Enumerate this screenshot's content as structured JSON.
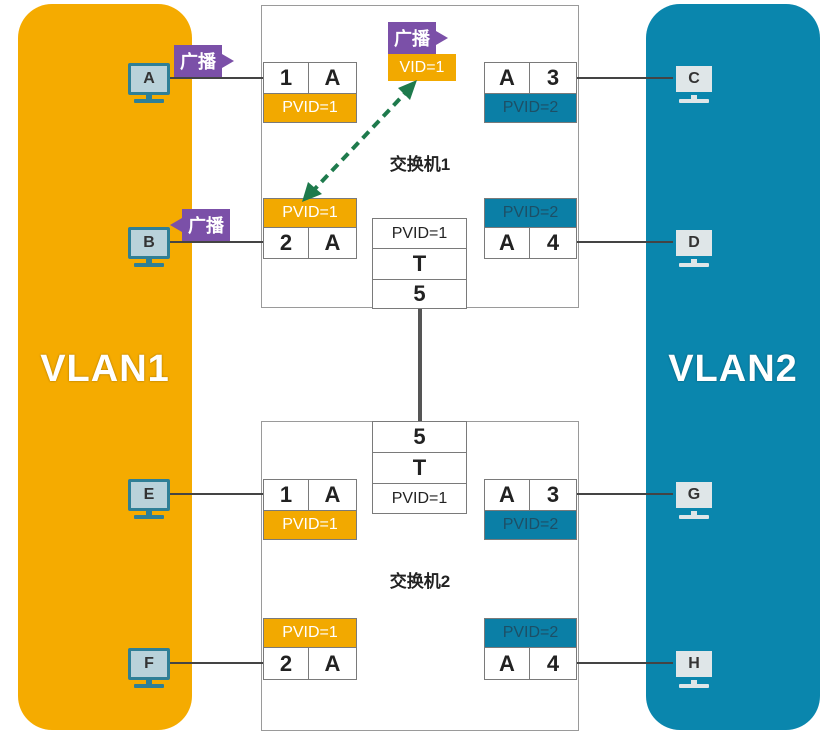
{
  "vlans": [
    {
      "label": "VLAN1",
      "color": "#f5ab00"
    },
    {
      "label": "VLAN2",
      "color": "#0a86ad"
    }
  ],
  "switches": [
    {
      "name": "交换机1",
      "ports": [
        {
          "number": "1",
          "mode": "A",
          "pvid": "PVID=1",
          "host": "A"
        },
        {
          "number": "2",
          "mode": "A",
          "pvid": "PVID=1",
          "host": "B"
        },
        {
          "number": "3",
          "mode": "A",
          "pvid": "PVID=2",
          "host": "C"
        },
        {
          "number": "4",
          "mode": "A",
          "pvid": "PVID=2",
          "host": "D"
        }
      ],
      "trunk": {
        "pvid": "PVID=1",
        "mode": "T",
        "number": "5"
      }
    },
    {
      "name": "交换机2",
      "ports": [
        {
          "number": "1",
          "mode": "A",
          "pvid": "PVID=1",
          "host": "E"
        },
        {
          "number": "2",
          "mode": "A",
          "pvid": "PVID=1",
          "host": "F"
        },
        {
          "number": "3",
          "mode": "A",
          "pvid": "PVID=2",
          "host": "G"
        },
        {
          "number": "4",
          "mode": "A",
          "pvid": "PVID=2",
          "host": "H"
        }
      ],
      "trunk": {
        "number": "5",
        "mode": "T",
        "pvid": "PVID=1"
      }
    }
  ],
  "broadcast": {
    "label": "广播",
    "tag": "VID=1",
    "color": "#7b50a8"
  },
  "colors": {
    "vlan1": "#f2a900",
    "vlan2": "#0b7fa6",
    "dashed_arrow": "#1e7a4c"
  }
}
